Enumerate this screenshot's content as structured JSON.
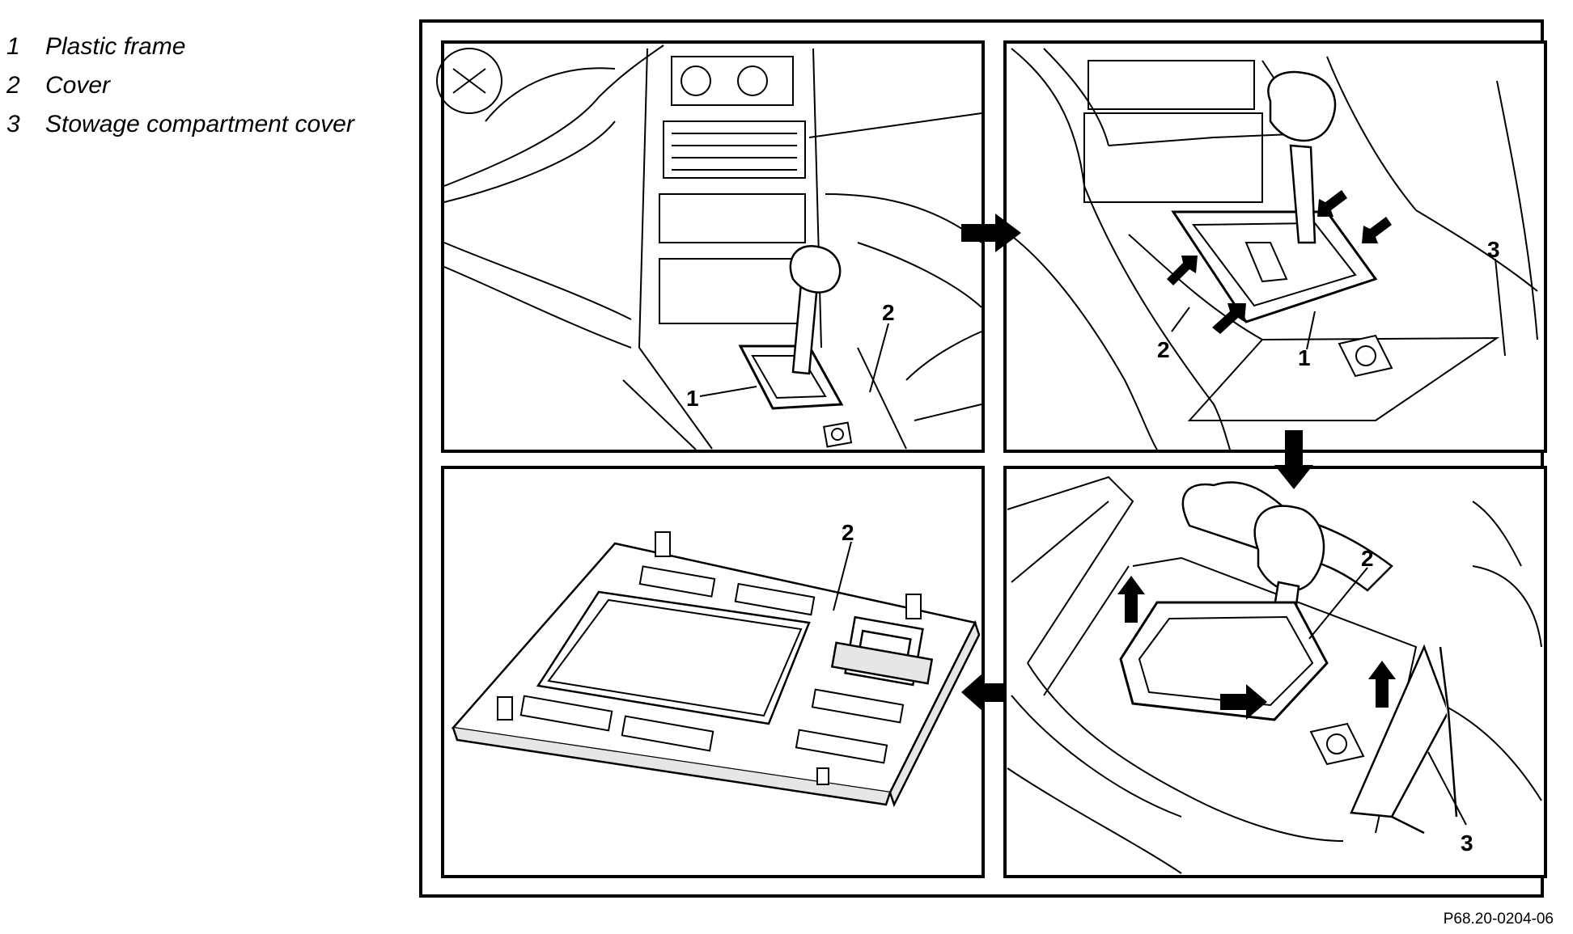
{
  "legend": [
    {
      "number": "1",
      "label": "Plastic frame"
    },
    {
      "number": "2",
      "label": "Cover"
    },
    {
      "number": "3",
      "label": "Stowage compartment cover"
    }
  ],
  "reference_code": "P68.20-0204-06",
  "panels": {
    "top_left": {
      "callouts": [
        "1",
        "2"
      ]
    },
    "top_right": {
      "callouts": [
        "1",
        "2",
        "3"
      ]
    },
    "bottom_right": {
      "callouts": [
        "2",
        "3"
      ]
    },
    "bottom_left": {
      "callouts": [
        "2"
      ]
    }
  },
  "colors": {
    "line": "#000000",
    "background": "#ffffff",
    "shade": "#e6e6e6"
  }
}
